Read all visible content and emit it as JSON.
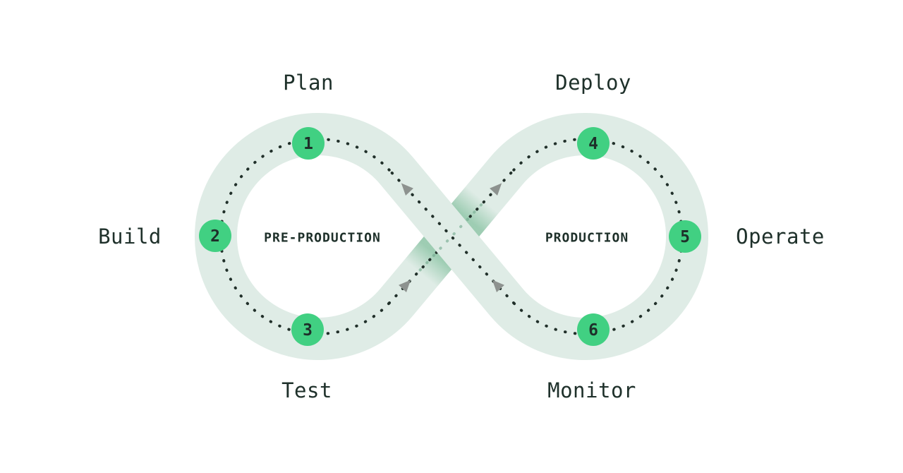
{
  "colors": {
    "bg": "#ffffff",
    "ribbon": "#dfece6",
    "ribbon_shadow": "#9acbb0",
    "stage_green": "#41d082",
    "dot": "#21302a",
    "dot_faint": "#6fa98c",
    "arrow": "#8d928f",
    "text_dark": "#1e302a"
  },
  "zones": {
    "pre_production": {
      "label": "PRE-PRODUCTION"
    },
    "production": {
      "label": "PRODUCTION"
    }
  },
  "stages": [
    {
      "number": "1",
      "label": "Plan"
    },
    {
      "number": "2",
      "label": "Build"
    },
    {
      "number": "3",
      "label": "Test"
    },
    {
      "number": "4",
      "label": "Deploy"
    },
    {
      "number": "5",
      "label": "Operate"
    },
    {
      "number": "6",
      "label": "Monitor"
    }
  ],
  "flow": {
    "ascending_arrow_direction": "northeast",
    "descending_arrow_direction": "northwest"
  }
}
